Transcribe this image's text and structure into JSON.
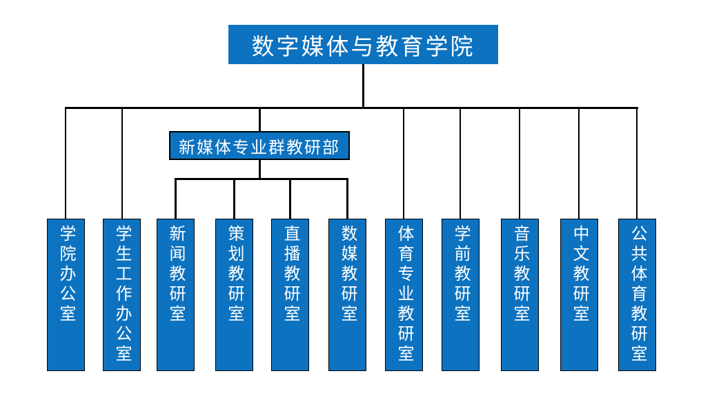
{
  "colors": {
    "node_fill": "#0d72bf",
    "node_text": "#ffffff",
    "connector": "#000000",
    "page_bg": "#ffffff"
  },
  "org_chart": {
    "type": "organization-chart",
    "root": {
      "label": "数字媒体与教育学院"
    },
    "level2_department": {
      "label": "新媒体专业群教研部",
      "reports_to": "root"
    },
    "leaf_nodes": [
      {
        "label": "学院办公室",
        "reports_to": "root"
      },
      {
        "label": "学生工作办公室",
        "reports_to": "root"
      },
      {
        "label": "新闻教研室",
        "reports_to": "level2_department"
      },
      {
        "label": "策划教研室",
        "reports_to": "level2_department"
      },
      {
        "label": "直播教研室",
        "reports_to": "level2_department"
      },
      {
        "label": "数媒教研室",
        "reports_to": "level2_department"
      },
      {
        "label": "体育专业教研室",
        "reports_to": "root"
      },
      {
        "label": "学前教研室",
        "reports_to": "root"
      },
      {
        "label": "音乐教研室",
        "reports_to": "root"
      },
      {
        "label": "中文教研室",
        "reports_to": "root"
      },
      {
        "label": "公共体育教研室",
        "reports_to": "root"
      }
    ]
  }
}
